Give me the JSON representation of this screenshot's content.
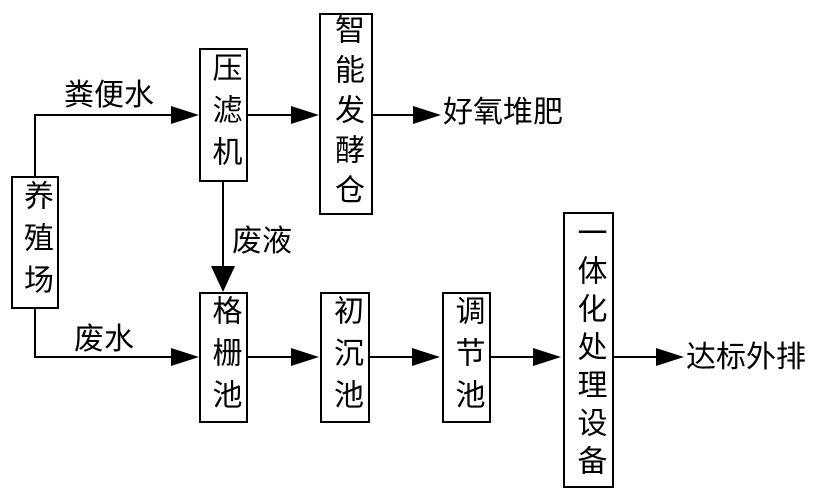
{
  "diagram": {
    "type": "flowchart",
    "description": "Farm waste treatment process flow diagram",
    "colors": {
      "line": "#000000",
      "background": "#ffffff",
      "text": "#000000"
    },
    "nodes": [
      {
        "id": "farm",
        "label": "养殖场"
      },
      {
        "id": "filter-press",
        "label": "压滤机"
      },
      {
        "id": "fermentation-chamber",
        "label": "智能发酵仓"
      },
      {
        "id": "screen-pool",
        "label": "格栅池"
      },
      {
        "id": "primary-sedimentation-pool",
        "label": "初沉池"
      },
      {
        "id": "regulation-pool",
        "label": "调节池"
      },
      {
        "id": "integrated-treatment-equipment",
        "label": "一体化处理设备"
      }
    ],
    "flow_labels": {
      "manure_water": "粪便水",
      "waste_liquid": "废液",
      "waste_water": "废水"
    },
    "outputs": {
      "aerobic_composting": "好氧堆肥",
      "standard_discharge": "达标外排"
    },
    "edges": [
      {
        "from": "farm",
        "to": "filter-press",
        "label": "粪便水"
      },
      {
        "from": "filter-press",
        "to": "fermentation-chamber",
        "label": ""
      },
      {
        "from": "fermentation-chamber",
        "to": "好氧堆肥",
        "label": ""
      },
      {
        "from": "filter-press",
        "to": "screen-pool",
        "label": "废液"
      },
      {
        "from": "farm",
        "to": "screen-pool",
        "label": "废水"
      },
      {
        "from": "screen-pool",
        "to": "primary-sedimentation-pool",
        "label": ""
      },
      {
        "from": "primary-sedimentation-pool",
        "to": "regulation-pool",
        "label": ""
      },
      {
        "from": "regulation-pool",
        "to": "integrated-treatment-equipment",
        "label": ""
      },
      {
        "from": "integrated-treatment-equipment",
        "to": "达标外排",
        "label": ""
      }
    ]
  }
}
